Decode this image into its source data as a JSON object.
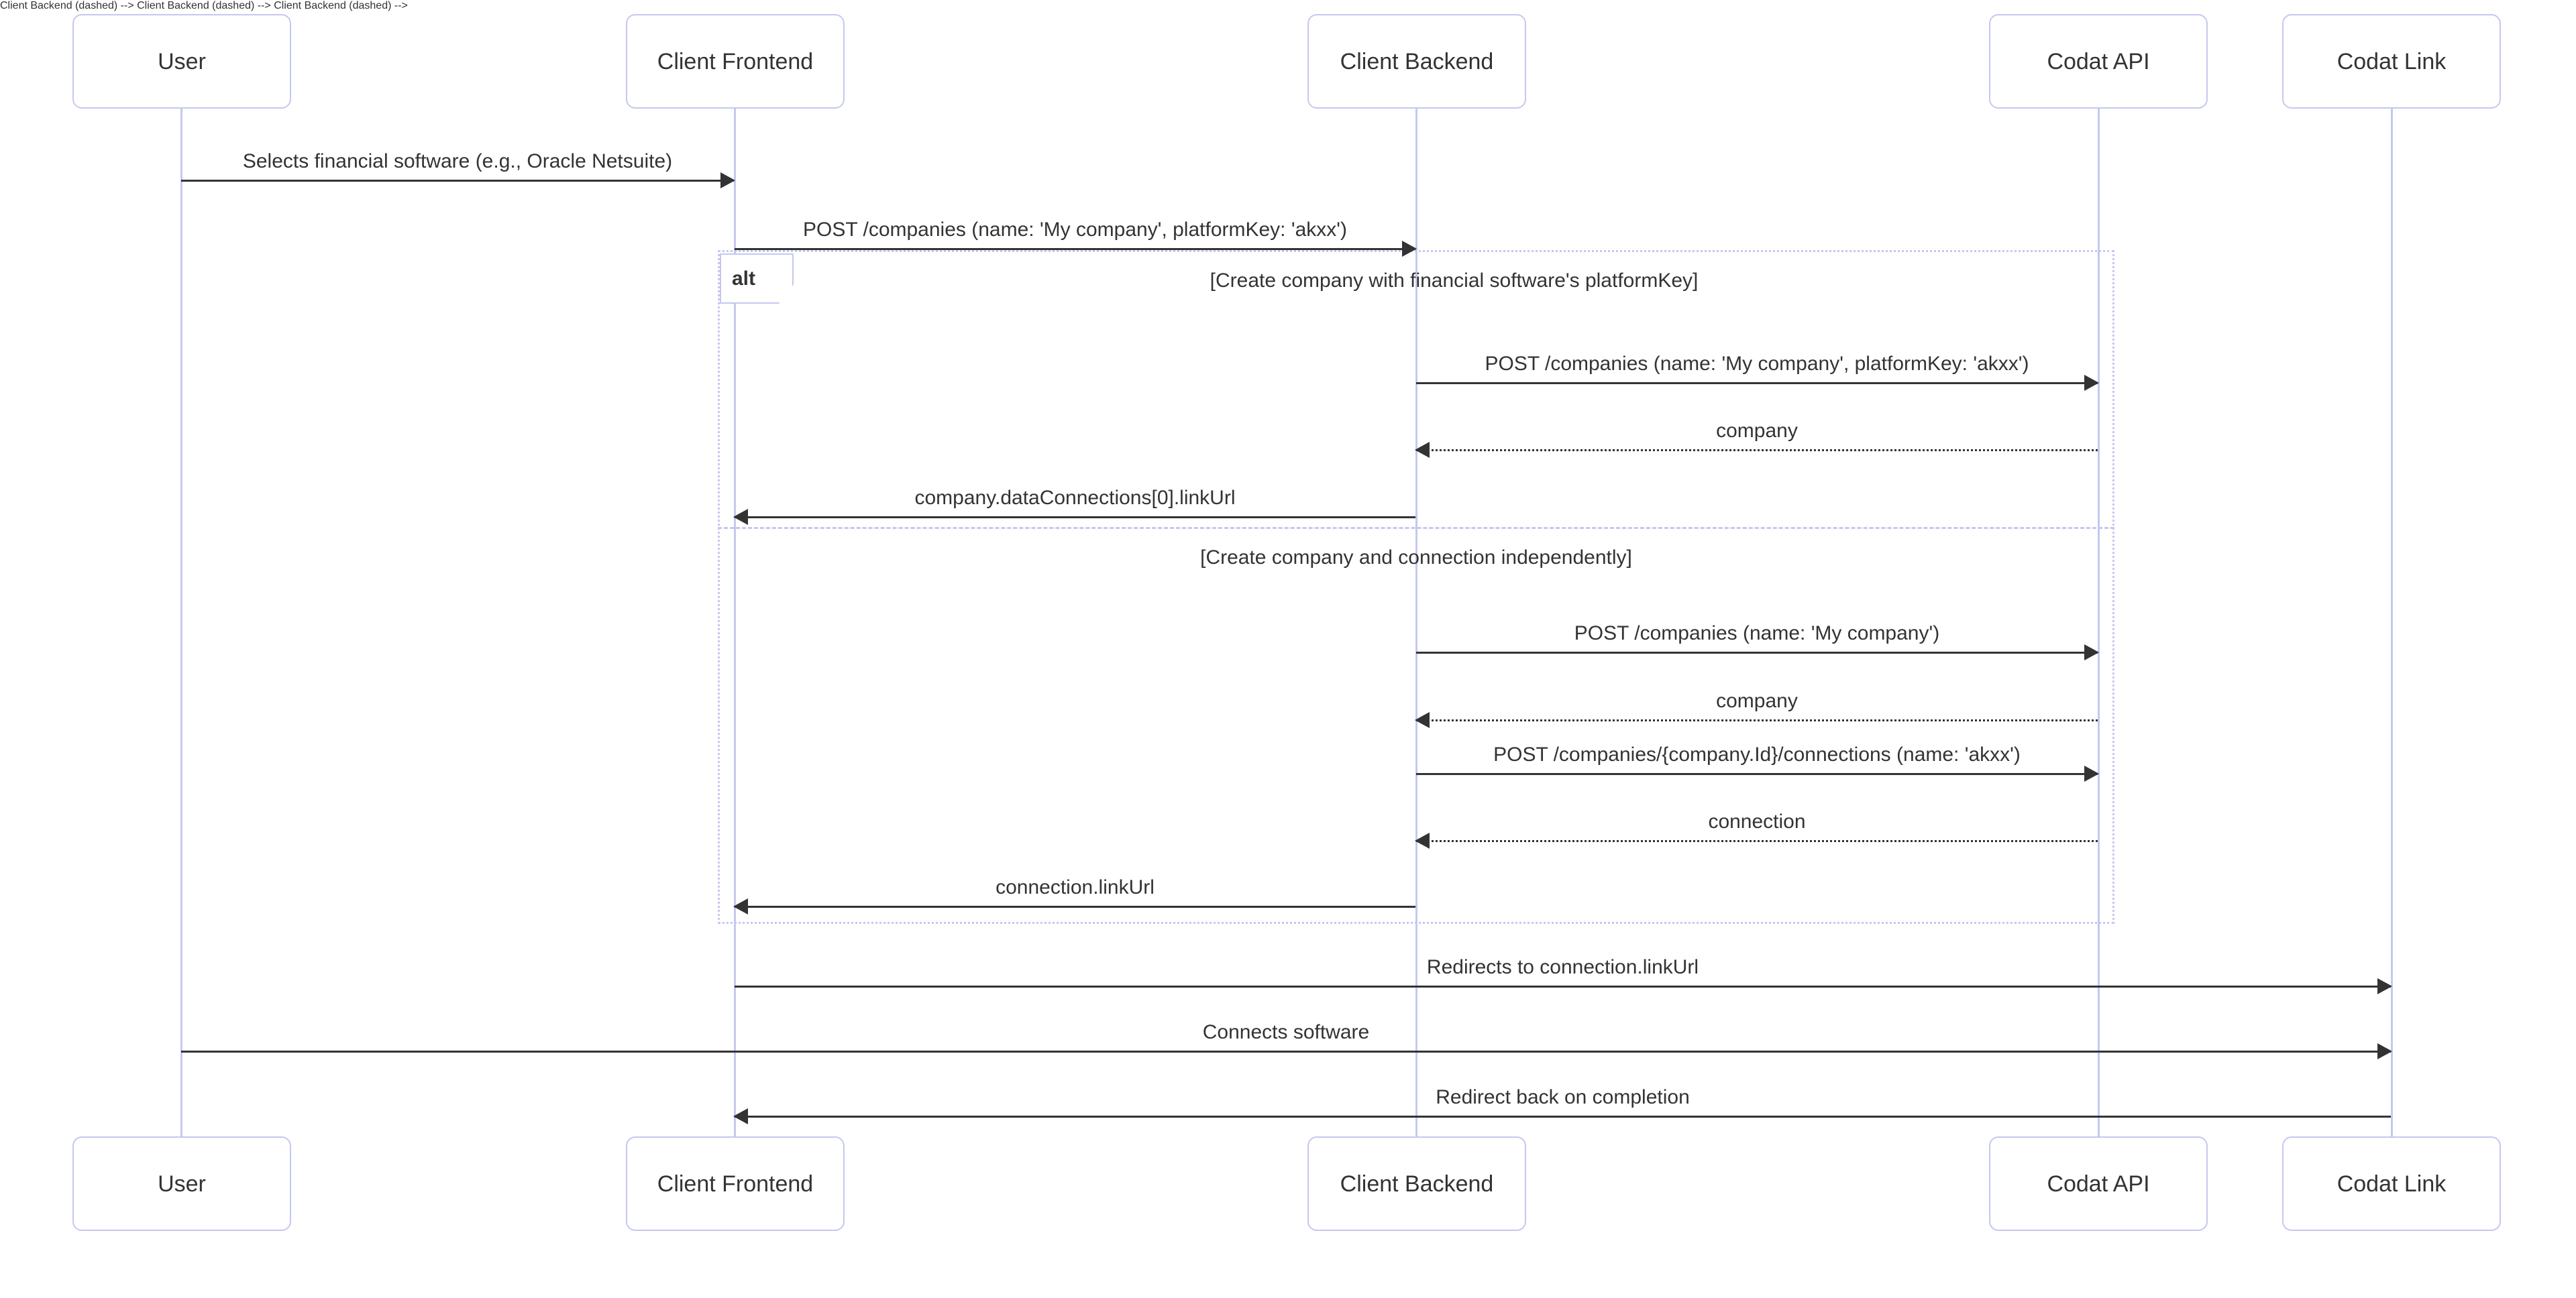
{
  "diagram": {
    "type": "sequence-diagram",
    "colors": {
      "actor_border": "#c5c8f0",
      "actor_fill": "#ffffff",
      "lifeline": "#c5c8f0",
      "message_line": "#333333",
      "fragment_border": "#c5c8f0",
      "text": "#333333",
      "background": "#ffffff"
    },
    "actors": [
      {
        "id": "user",
        "label": "User"
      },
      {
        "id": "client_frontend",
        "label": "Client Frontend"
      },
      {
        "id": "client_backend",
        "label": "Client Backend"
      },
      {
        "id": "codat_api",
        "label": "Codat API"
      },
      {
        "id": "codat_link",
        "label": "Codat Link"
      }
    ],
    "messages": [
      {
        "id": "m1",
        "text": "Selects financial software (e.g., Oracle Netsuite)",
        "from": "user",
        "to": "client_frontend",
        "style": "solid",
        "direction": "right"
      },
      {
        "id": "m2",
        "text": "POST /companies (name: 'My company', platformKey: 'akxx')",
        "from": "client_frontend",
        "to": "client_backend",
        "style": "solid",
        "direction": "right"
      },
      {
        "id": "m3",
        "text": "POST /companies (name: 'My company', platformKey: 'akxx')",
        "from": "client_backend",
        "to": "codat_api",
        "style": "solid",
        "direction": "right"
      },
      {
        "id": "m4",
        "text": "company",
        "from": "codat_api",
        "to": "client_backend",
        "style": "dashed",
        "direction": "left"
      },
      {
        "id": "m5",
        "text": "company.dataConnections[0].linkUrl",
        "from": "client_backend",
        "to": "client_frontend",
        "style": "solid",
        "direction": "left"
      },
      {
        "id": "m6",
        "text": "POST /companies (name: 'My company')",
        "from": "client_backend",
        "to": "codat_api",
        "style": "solid",
        "direction": "right"
      },
      {
        "id": "m7",
        "text": "company",
        "from": "codat_api",
        "to": "client_backend",
        "style": "dashed",
        "direction": "left"
      },
      {
        "id": "m8",
        "text": "POST /companies/{company.Id}/connections (name: 'akxx')",
        "from": "client_backend",
        "to": "codat_api",
        "style": "solid",
        "direction": "right"
      },
      {
        "id": "m9",
        "text": "connection",
        "from": "codat_api",
        "to": "client_backend",
        "style": "dashed",
        "direction": "left"
      },
      {
        "id": "m10",
        "text": "connection.linkUrl",
        "from": "client_backend",
        "to": "client_frontend",
        "style": "solid",
        "direction": "left"
      },
      {
        "id": "m11",
        "text": "Redirects to connection.linkUrl",
        "from": "client_frontend",
        "to": "codat_link",
        "style": "solid",
        "direction": "right"
      },
      {
        "id": "m12",
        "text": "Connects software",
        "from": "user",
        "to": "codat_link",
        "style": "solid",
        "direction": "right"
      },
      {
        "id": "m13",
        "text": "Redirect back on completion",
        "from": "codat_link",
        "to": "client_frontend",
        "style": "solid",
        "direction": "left"
      }
    ],
    "fragment": {
      "keyword": "alt",
      "branches": [
        {
          "id": "b1",
          "title": "[Create company with financial software's platformKey]"
        },
        {
          "id": "b2",
          "title": "[Create company and connection independently]"
        }
      ]
    }
  }
}
